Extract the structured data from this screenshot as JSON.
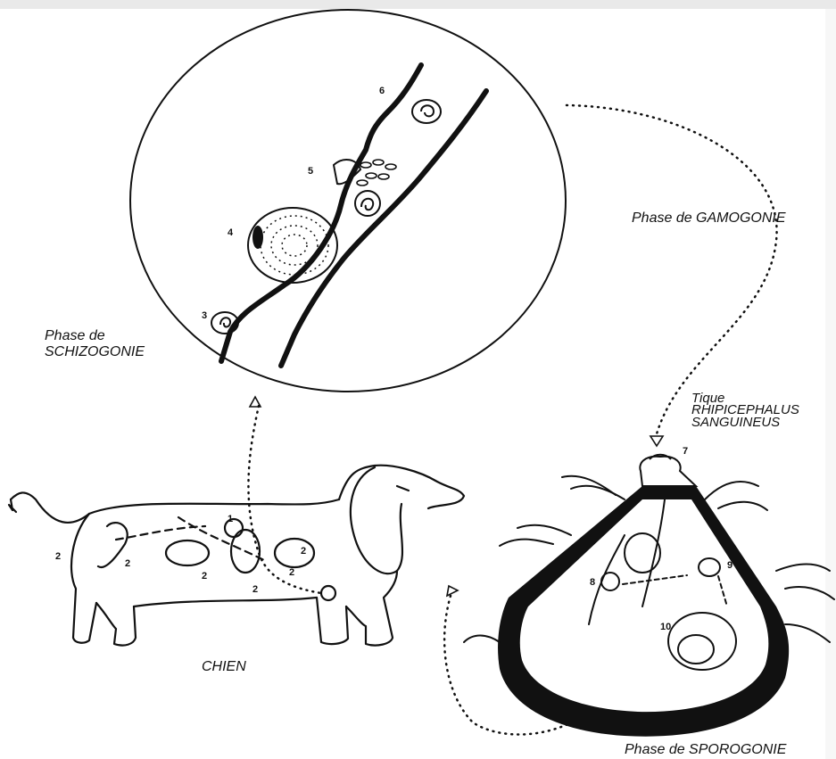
{
  "labels": {
    "schizogonie_l1": "Phase de",
    "schizogonie_l2": "SCHIZOGONIE",
    "gamogonie": "Phase de GAMOGONIE",
    "tique_l1": "Tique",
    "tique_l2": "RHIPICEPHALUS",
    "tique_l3": "SANGUINEUS",
    "chien": "CHIEN",
    "sporogonie": "Phase de SPOROGONIE"
  },
  "numbers": {
    "n1": "1",
    "n2": "2",
    "n3": "3",
    "n4": "4",
    "n5": "5",
    "n6": "6",
    "n7": "7",
    "n8": "8",
    "n9": "9",
    "n10": "10"
  },
  "colors": {
    "ink": "#111111",
    "paper": "#ffffff"
  }
}
